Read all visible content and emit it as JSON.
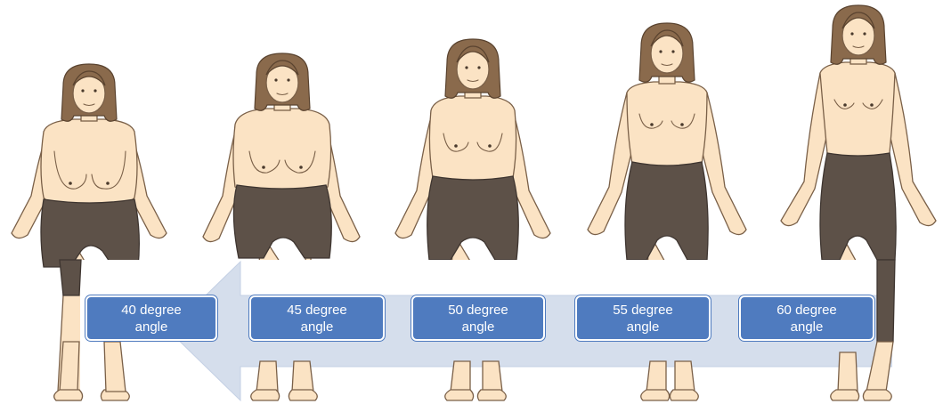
{
  "figures": [
    {
      "name": "figure-40"
    },
    {
      "name": "figure-45"
    },
    {
      "name": "figure-50"
    },
    {
      "name": "figure-55"
    },
    {
      "name": "figure-60"
    }
  ],
  "labels": [
    {
      "line1": "40 degree",
      "line2": "angle"
    },
    {
      "line1": "45 degree",
      "line2": "angle"
    },
    {
      "line1": "50 degree",
      "line2": "angle"
    },
    {
      "line1": "55 degree",
      "line2": "angle"
    },
    {
      "line1": "60 degree",
      "line2": "angle"
    }
  ],
  "colors": {
    "label_fill": "#4f7bbf",
    "arrow_fill": "#d5deec",
    "skin": "#fbe3c4",
    "hair": "#8a6a4c",
    "pants": "#5d5148"
  }
}
